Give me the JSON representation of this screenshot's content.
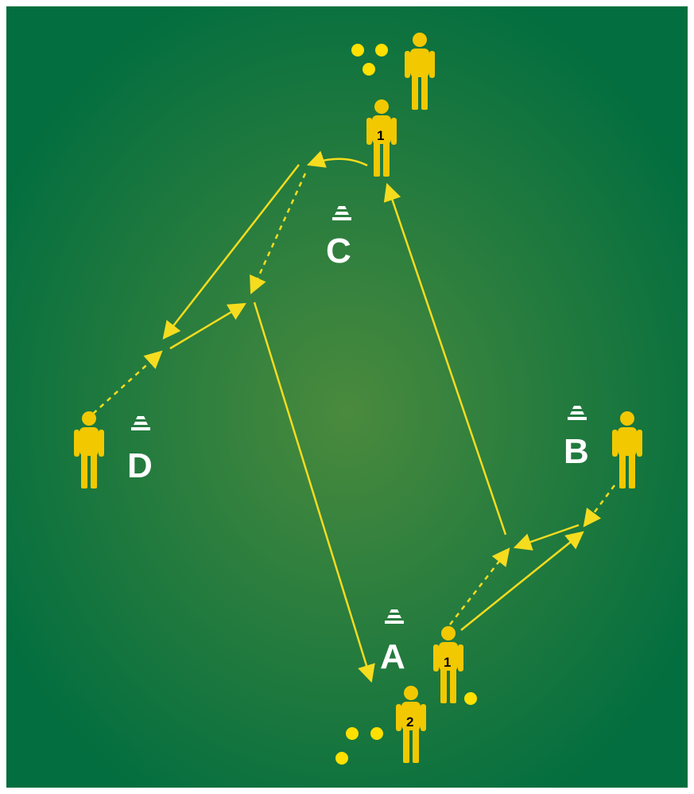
{
  "colors": {
    "pitch_center": "#4a8a3d",
    "pitch_edge": "#036e3f",
    "player": "#f2c800",
    "ball": "#ffe000",
    "path": "#f6dc1e",
    "cone": "#ffffff"
  },
  "cones": [
    {
      "id": "A",
      "label": "A",
      "icon": "cone-icon"
    },
    {
      "id": "B",
      "label": "B",
      "icon": "cone-icon"
    },
    {
      "id": "C",
      "label": "C",
      "icon": "cone-icon"
    },
    {
      "id": "D",
      "label": "D",
      "icon": "cone-icon"
    }
  ],
  "players": [
    {
      "id": "top-waiting",
      "number": ""
    },
    {
      "id": "top-1",
      "number": "1"
    },
    {
      "id": "left-D",
      "number": ""
    },
    {
      "id": "right-B",
      "number": ""
    },
    {
      "id": "bottom-1",
      "number": "1"
    },
    {
      "id": "bottom-2",
      "number": "2"
    }
  ],
  "legend_note": ""
}
